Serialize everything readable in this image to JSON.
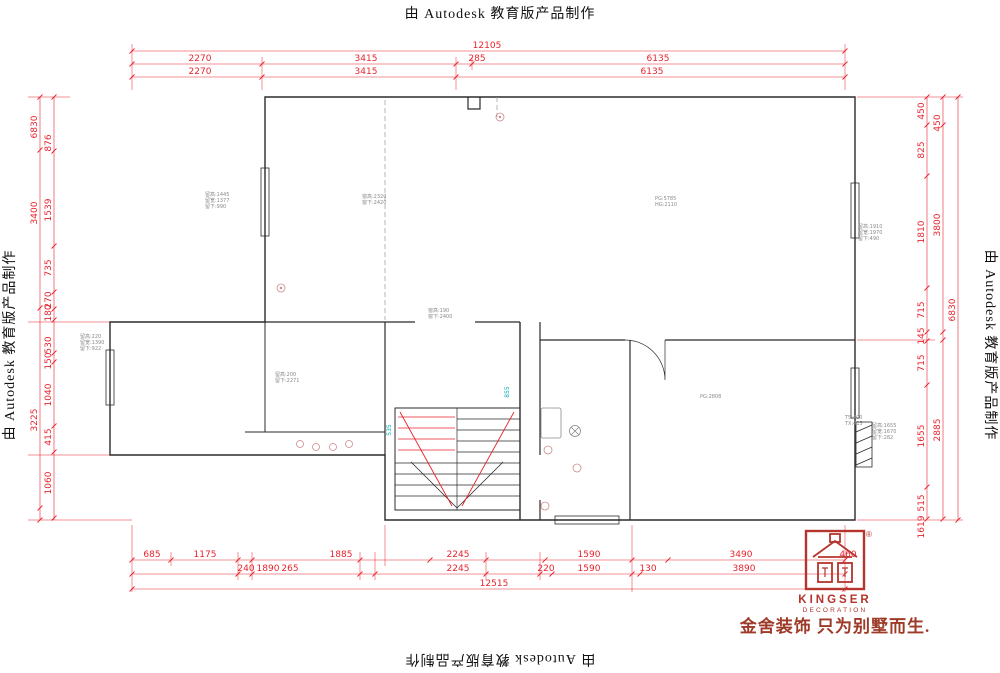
{
  "watermark": {
    "text": "由 Autodesk 教育版产品制作"
  },
  "dims_top": {
    "total": "12105",
    "row2": [
      "2270",
      "3415",
      "285",
      "6135"
    ],
    "row3": [
      "2270",
      "3415",
      "6135"
    ]
  },
  "dims_bottom": {
    "row1": [
      "685",
      "1175",
      "1885",
      "2245",
      "1590",
      "3490",
      "460"
    ],
    "row2": [
      "240",
      "1890",
      "265",
      "2245",
      "220",
      "1590",
      "130",
      "3890"
    ],
    "total": "12515"
  },
  "dims_left": {
    "col_outer": [
      "6830",
      "3400",
      "3225"
    ],
    "col_inner": [
      "876",
      "1539",
      "735",
      "270",
      "180",
      "530",
      "150",
      "1040",
      "415",
      "1060"
    ]
  },
  "dims_right": {
    "col_inner": [
      "450",
      "825",
      "1810",
      "715",
      "145",
      "715",
      "1655",
      "515",
      "1619"
    ],
    "col_mid": [
      "450",
      "3800",
      "2885"
    ],
    "col_outer": [
      "6830"
    ]
  },
  "annotations": [
    {
      "lines": [
        "留高:1445",
        "留宽:1377",
        "留下:990"
      ]
    },
    {
      "lines": [
        "窗高:2320",
        "窗下:2420"
      ]
    },
    {
      "lines": [
        "PG:5785",
        "HG:2110"
      ]
    },
    {
      "lines": [
        "留高:1910",
        "留宽:1970",
        "留下:490"
      ]
    },
    {
      "lines": [
        "留高:220",
        "留宽:1390",
        "留下:922"
      ]
    },
    {
      "lines": [
        "窗高:190",
        "窗下:2400"
      ]
    },
    {
      "lines": [
        "留高:200",
        "留下:2271"
      ]
    },
    {
      "lines": [
        "PG:2808"
      ]
    },
    {
      "lines": [
        "TS:400",
        "TX:415"
      ]
    },
    {
      "lines": [
        "留高:1655",
        "留宽:1670",
        "留下:282"
      ]
    }
  ],
  "stair_labels": {
    "a": "855",
    "b": "535"
  },
  "branding": {
    "name": "KINGSER",
    "subtitle": "DECORATION",
    "registered": "®",
    "slogan": "金舍装饰 只为别墅而生.",
    "logo_color": "#b5342c"
  },
  "colors": {
    "dimension_red": "#e8232e",
    "wall_black": "#2b2b2b",
    "annotation_gray": "#8a8a8a",
    "cyan": "#00aeb5"
  }
}
